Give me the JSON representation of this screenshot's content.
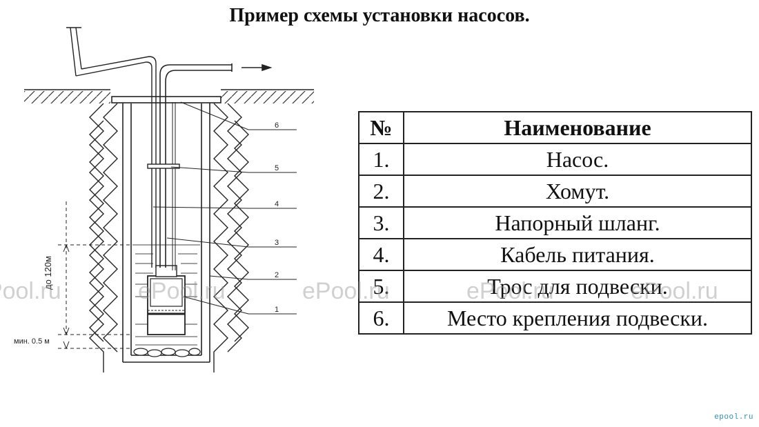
{
  "title": "Пример схемы установки насосов.",
  "diagram": {
    "callouts": [
      "6",
      "5",
      "4",
      "3",
      "2",
      "1"
    ],
    "depth_label": "до 120м",
    "min_label": "мин. 0.5 м"
  },
  "table": {
    "headers": [
      "№",
      "Наименование"
    ],
    "rows": [
      {
        "num": "1.",
        "name": "Насос."
      },
      {
        "num": "2.",
        "name": "Хомут."
      },
      {
        "num": "3.",
        "name": "Напорный шланг."
      },
      {
        "num": "4.",
        "name": "Кабель питания."
      },
      {
        "num": "5.",
        "name": "Трос для подвески."
      },
      {
        "num": "6.",
        "name": "Место крепления подвески."
      }
    ]
  },
  "watermark": "ePool.ru",
  "logo": "epool.ru"
}
